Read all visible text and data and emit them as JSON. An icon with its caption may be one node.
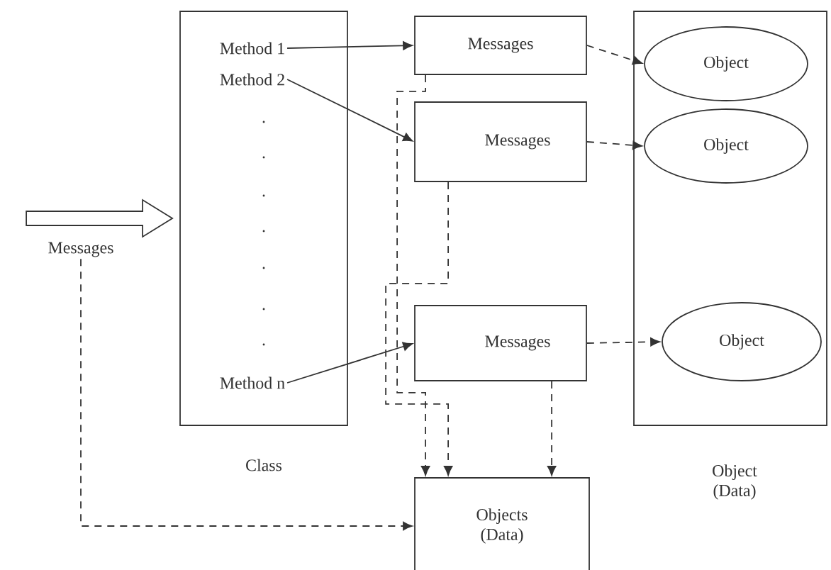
{
  "diagram": {
    "nodes": [
      {
        "text": [
          "Class"
        ]
      },
      {
        "text": [
          "Method 1"
        ],
        "in": 0
      },
      {
        "text": [
          "Method 2"
        ],
        "in": 0
      },
      {
        "text": [
          "Method n"
        ],
        "in": 0
      },
      {
        "text": [
          "Messages"
        ]
      },
      {
        "text": [
          "Messages"
        ]
      },
      {
        "text": [
          "Messages"
        ]
      },
      {
        "text": [
          "Object (Data)"
        ]
      },
      {
        "text": [
          "Object"
        ],
        "in": 7
      },
      {
        "text": [
          "Object"
        ],
        "in": 7
      },
      {
        "text": [
          "Object"
        ],
        "in": 7
      },
      {
        "text": [
          "Objects (Data)"
        ]
      },
      {
        "text": [
          "Messages"
        ]
      }
    ],
    "edges": [
      {
        "from": 1,
        "to": 4,
        "arrow": "to"
      },
      {
        "from": 2,
        "to": 5,
        "arrow": "to"
      },
      {
        "from": 3,
        "to": 6,
        "arrow": "to"
      },
      {
        "from": 4,
        "to": 8,
        "arrow": "to",
        "style": "dashed"
      },
      {
        "from": 5,
        "to": 9,
        "arrow": "to",
        "style": "dashed"
      },
      {
        "from": 6,
        "to": 10,
        "arrow": "to",
        "style": "dashed"
      },
      {
        "from": 4,
        "to": 11,
        "arrow": "to",
        "style": "dashed"
      },
      {
        "from": 5,
        "to": 11,
        "arrow": "to",
        "style": "dashed"
      },
      {
        "from": 6,
        "to": 11,
        "arrow": "to",
        "style": "dashed"
      },
      {
        "from": 12,
        "to": 11,
        "arrow": "to",
        "style": "dashed"
      },
      {
        "from": null,
        "to": 0,
        "arrow": "to",
        "style": "thick"
      }
    ],
    "labels": [
      ".",
      ".",
      ".",
      ".",
      ".",
      ".",
      "."
    ]
  }
}
